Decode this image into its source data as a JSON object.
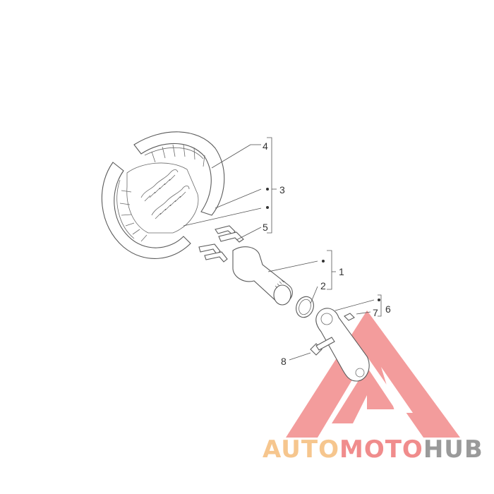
{
  "diagram": {
    "callouts": [
      {
        "id": "4",
        "label": "4"
      },
      {
        "id": "3",
        "label": "3"
      },
      {
        "id": "5",
        "label": "5"
      },
      {
        "id": "1",
        "label": "1"
      },
      {
        "id": "2",
        "label": "2"
      },
      {
        "id": "7",
        "label": "7"
      },
      {
        "id": "6",
        "label": "6"
      },
      {
        "id": "8",
        "label": "8"
      }
    ]
  },
  "watermark": {
    "text_part1": "AUTO",
    "text_part2": "MOTO",
    "text_part3": "HUB",
    "colors": {
      "part1": "#f6c68e",
      "part2": "#f08c8c",
      "part3": "#9a9a9a",
      "triangle": "#f28b8b"
    }
  }
}
